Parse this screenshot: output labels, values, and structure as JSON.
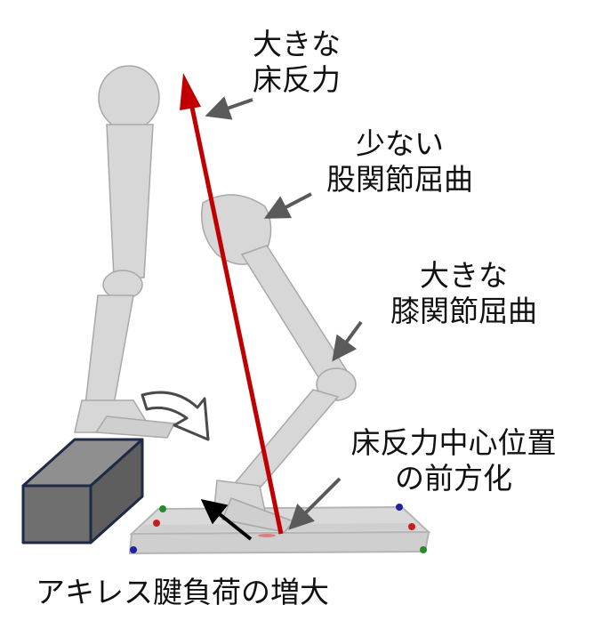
{
  "labels": {
    "big_grf": [
      "大きな",
      "床反力"
    ],
    "hip": [
      "少ない",
      "股関節屈曲"
    ],
    "knee": [
      "大きな",
      "膝関節屈曲"
    ],
    "cop": [
      "床反力中心位置",
      "の前方化"
    ],
    "achilles": "アキレス腱負荷の増大"
  },
  "colors": {
    "grf_arrow": "#c00000",
    "bone": "#d4d4d4",
    "box_face": "#707070",
    "box_edge": "#1f2a44",
    "callout_arrow": "#5a5a5a"
  }
}
